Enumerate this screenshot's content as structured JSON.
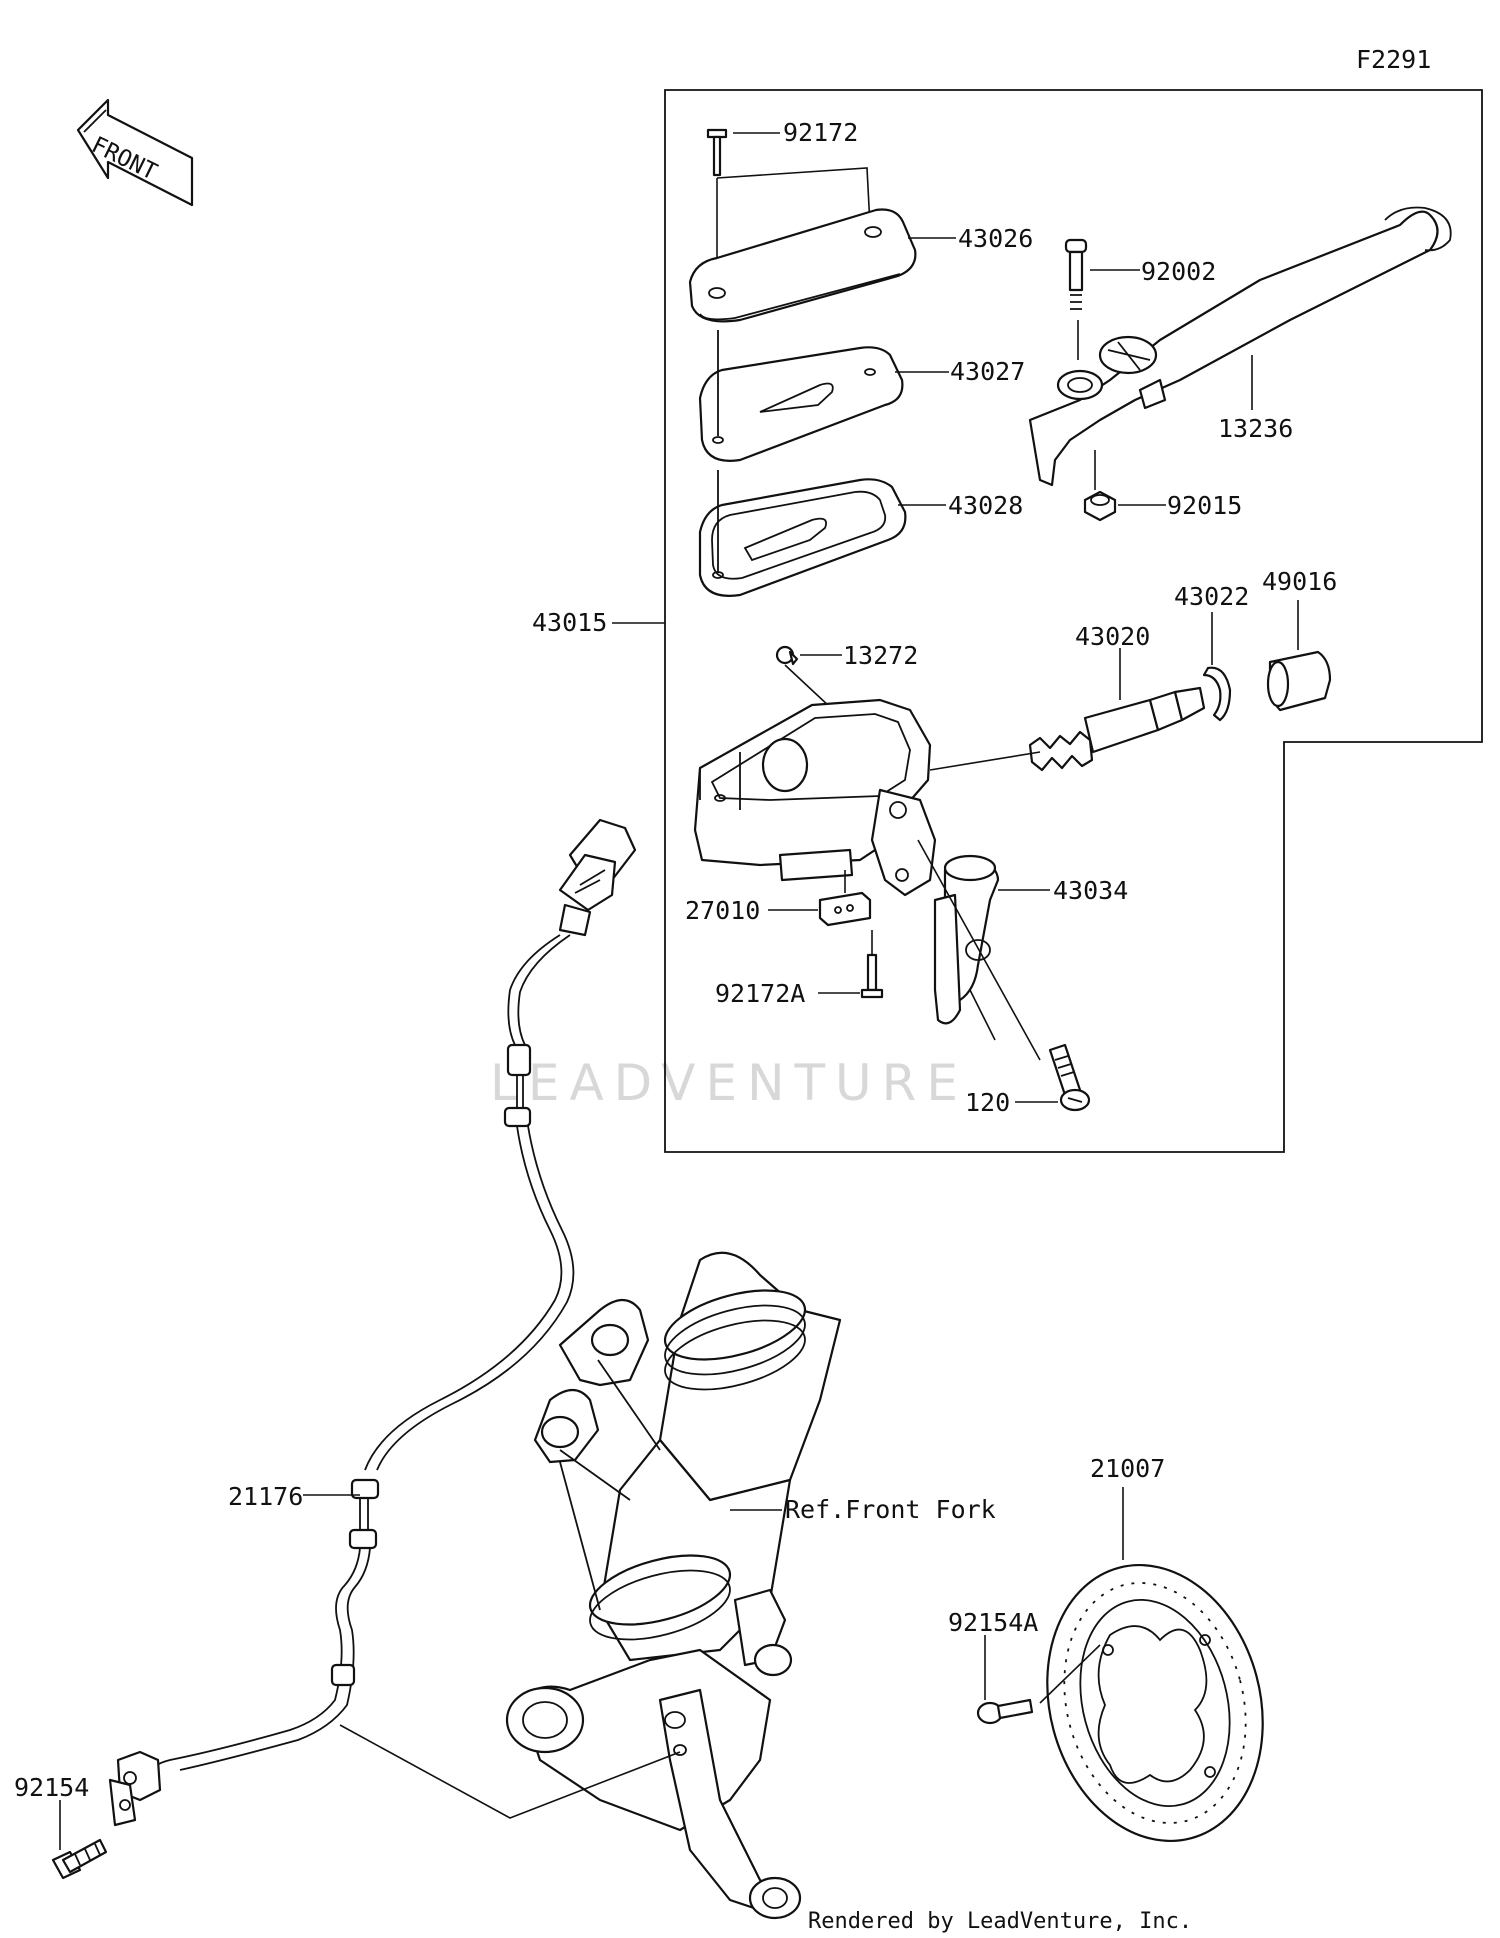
{
  "diagram_code": "F2291",
  "front_arrow_text": "FRONT",
  "watermark": "LEADVENTURE",
  "footer": "Rendered by LeadVenture, Inc.",
  "ref_label": "Ref.Front Fork",
  "parts": {
    "p92172": "92172",
    "p43026": "43026",
    "p92002": "92002",
    "p43027": "43027",
    "p13236": "13236",
    "p92015": "92015",
    "p43028": "43028",
    "p43015": "43015",
    "p43022": "43022",
    "p49016": "49016",
    "p43020": "43020",
    "p13272": "13272",
    "p43034": "43034",
    "p27010": "27010",
    "p92172A": "92172A",
    "p120": "120",
    "p21007": "21007",
    "p21176": "21176",
    "p92154A": "92154A",
    "p92154": "92154"
  }
}
